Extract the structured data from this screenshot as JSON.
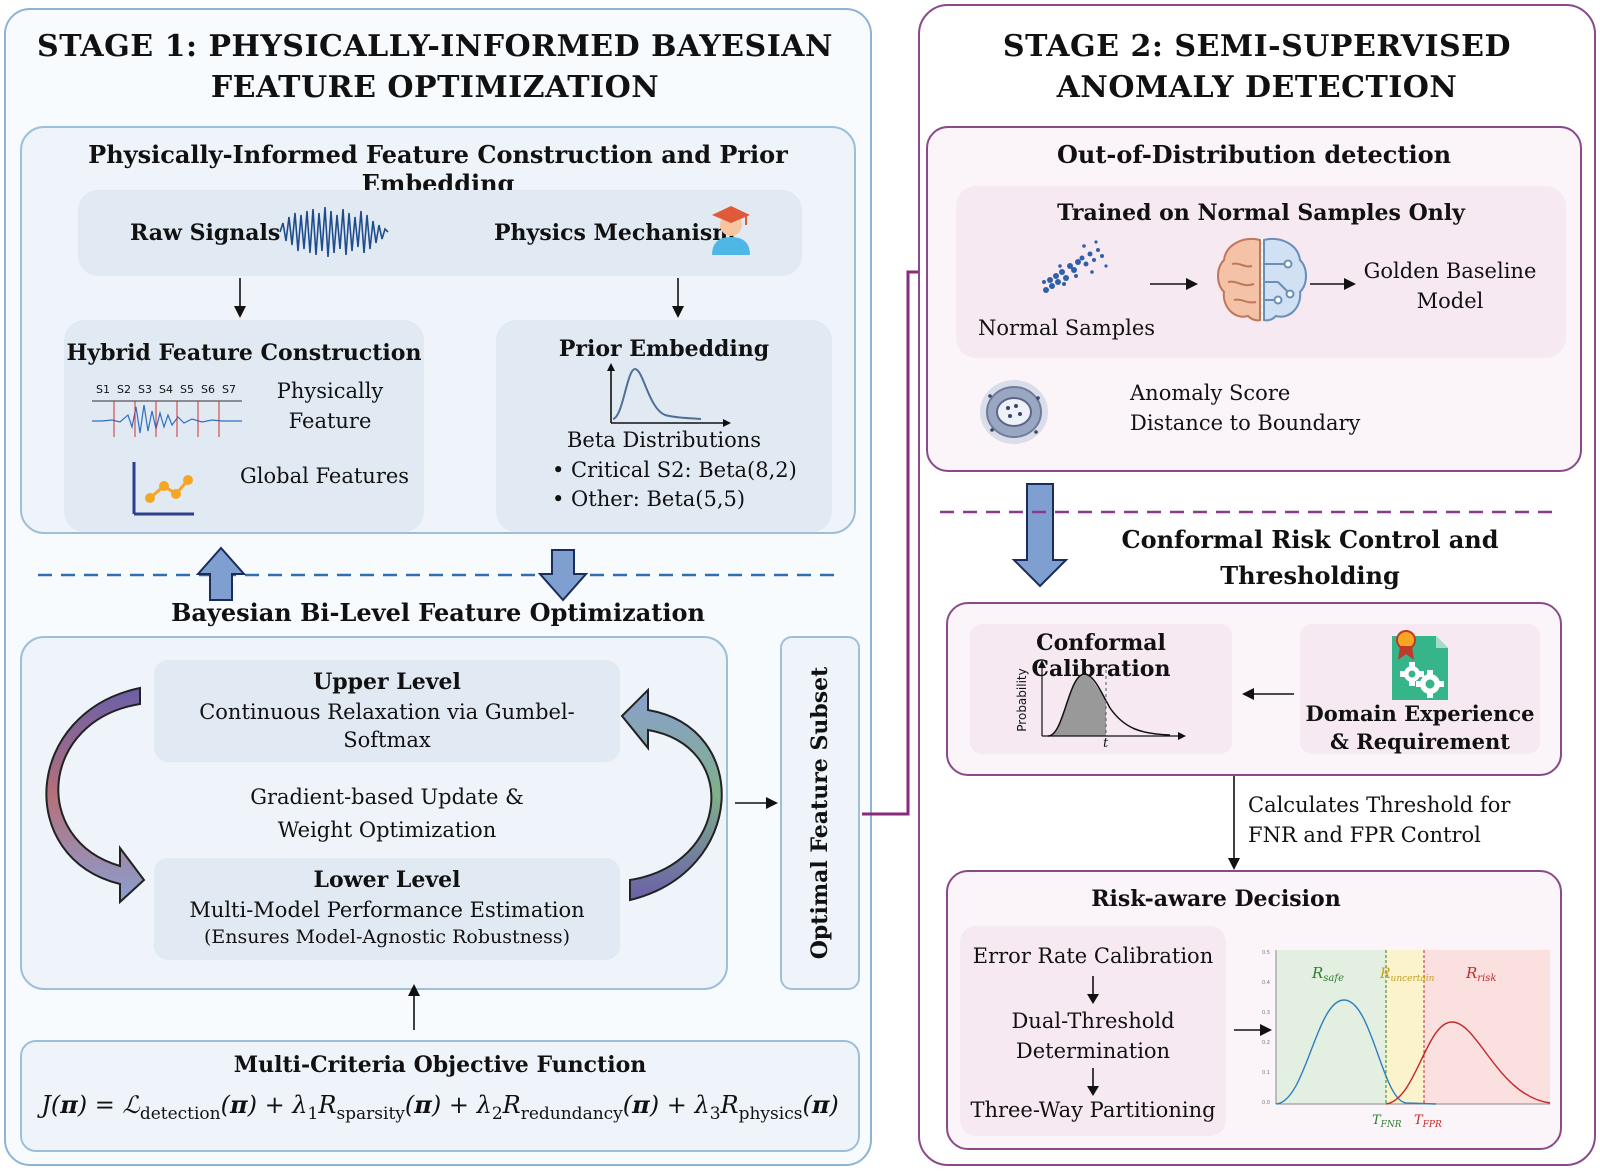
{
  "stage1": {
    "title_line1": "STAGE 1:  PHYSICALLY-INFORMED BAYESIAN",
    "title_line2": "FEATURE OPTIMIZATION",
    "construction": {
      "title": "Physically-Informed Feature Construction and Prior Embedding",
      "raw_signals": "Raw Signals",
      "physics_mechanism": "Physics Mechanism",
      "hybrid": {
        "title": "Hybrid Feature Construction",
        "segments": [
          "S1",
          "S2",
          "S3",
          "S4",
          "S5",
          "S6",
          "S7"
        ],
        "physically_line1": "Physically",
        "physically_line2": "Feature",
        "global": "Global Features"
      },
      "prior": {
        "title": "Prior Embedding",
        "beta": "Beta Distributions",
        "critical": "• Critical S2: Beta(8,2)",
        "other": "• Other: Beta(5,5)"
      }
    },
    "optimization": {
      "title": "Bayesian Bi-Level Feature Optimization",
      "upper_title": "Upper Level",
      "upper_line1": "Continuous Relaxation via Gumbel-",
      "upper_line2": "Softmax",
      "gradient_line1": "Gradient-based Update &",
      "gradient_line2": "Weight Optimization",
      "lower_title": "Lower Level",
      "lower_line1": "Multi-Model Performance Estimation",
      "lower_line2": "(Ensures Model-Agnostic Robustness)"
    },
    "subset": "Optimal Feature Subset",
    "objective": {
      "title": "Multi-Criteria Objective Function"
    }
  },
  "stage2": {
    "title_line1": "STAGE 2:  SEMI-SUPERVISED",
    "title_line2": "ANOMALY DETECTION",
    "ood": {
      "title": "Out-of-Distribution detection",
      "trained": "Trained on Normal Samples Only",
      "normal": "Normal Samples",
      "golden_line1": "Golden Baseline",
      "golden_line2": "Model",
      "score_line1": "Anomaly Score",
      "score_line2": "Distance to Boundary"
    },
    "crc": {
      "title_line1": "Conformal Risk Control and",
      "title_line2": "Thresholding",
      "calibration": "Conformal Calibration",
      "prob_axis": "Probability",
      "t_label": "t",
      "domain_line1": "Domain Experience",
      "domain_line2": "& Requirement"
    },
    "threshold_line1": "Calculates Threshold for",
    "threshold_line2": "FNR and FPR Control",
    "risk": {
      "title": "Risk-aware Decision",
      "error_rate": "Error Rate Calibration",
      "dual_line1": "Dual-Threshold",
      "dual_line2": "Determination",
      "three_way": "Three-Way Partitioning"
    }
  },
  "colors": {
    "stage1_border": "#8fb3d6",
    "stage2_border": "#8a4a8a",
    "arrow_blue": "#7f9fd0",
    "safe_green": "#2e7d32",
    "uncertain_gold": "#c8a020",
    "risk_red": "#c62828"
  }
}
